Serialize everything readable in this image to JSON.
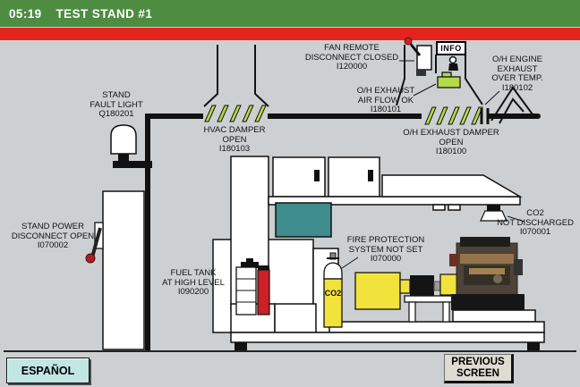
{
  "title_bar": {
    "time": "05:19",
    "title": "TEST STAND #1"
  },
  "colors": {
    "titlebar_green": "#4d8c41",
    "alarm_red": "#e3231c",
    "background_gray": "#cdd0d2",
    "damper_slat_green": "#b5d94a",
    "window_teal": "#3e8c8c",
    "equipment_yellow": "#f2e23c",
    "fuel_level_red": "#cc2026",
    "espanol_button_cyan": "#c2e7e3"
  },
  "info_button": {
    "label": "INFO"
  },
  "tags": {
    "fan_remote": {
      "line1": "FAN REMOTE",
      "line2": "DISCONNECT CLOSED",
      "line3": "I120000"
    },
    "oh_exhaust_air_flow": {
      "line1": "O/H EXHAUST",
      "line2": "AIR FLOW OK",
      "line3": "I180101"
    },
    "oh_engine_exhaust": {
      "line1": "O/H ENGINE",
      "line2": "EXHAUST",
      "line3": "OVER TEMP.",
      "line4": "I180102"
    },
    "stand_fault_light": {
      "line1": "STAND",
      "line2": "FAULT LIGHT",
      "line3": "Q180201"
    },
    "hvac_damper": {
      "line1": "HVAC DAMPER",
      "line2": "OPEN",
      "line3": "I180103"
    },
    "oh_exhaust_damper": {
      "line1": "O/H EXHAUST DAMPER",
      "line2": "OPEN",
      "line3": "I180100"
    },
    "stand_power": {
      "line1": "STAND POWER",
      "line2": "DISCONNECT OPEN",
      "line3": "I070002"
    },
    "fuel_tank": {
      "line1": "FUEL TANK",
      "line2": "AT HIGH LEVEL",
      "line3": "I090200"
    },
    "fire_protection": {
      "line1": "FIRE PROTECTION",
      "line2": "SYSTEM NOT SET",
      "line3": "I070000"
    },
    "co2_not_discharged": {
      "line1": "CO2",
      "line2": "NOT DISCHARGED",
      "line3": "I070001"
    }
  },
  "equipment": {
    "co2_cylinder_label": "CO2"
  },
  "nav": {
    "espanol": "ESPAÑOL",
    "previous_line1": "PREVIOUS",
    "previous_line2": "SCREEN"
  }
}
